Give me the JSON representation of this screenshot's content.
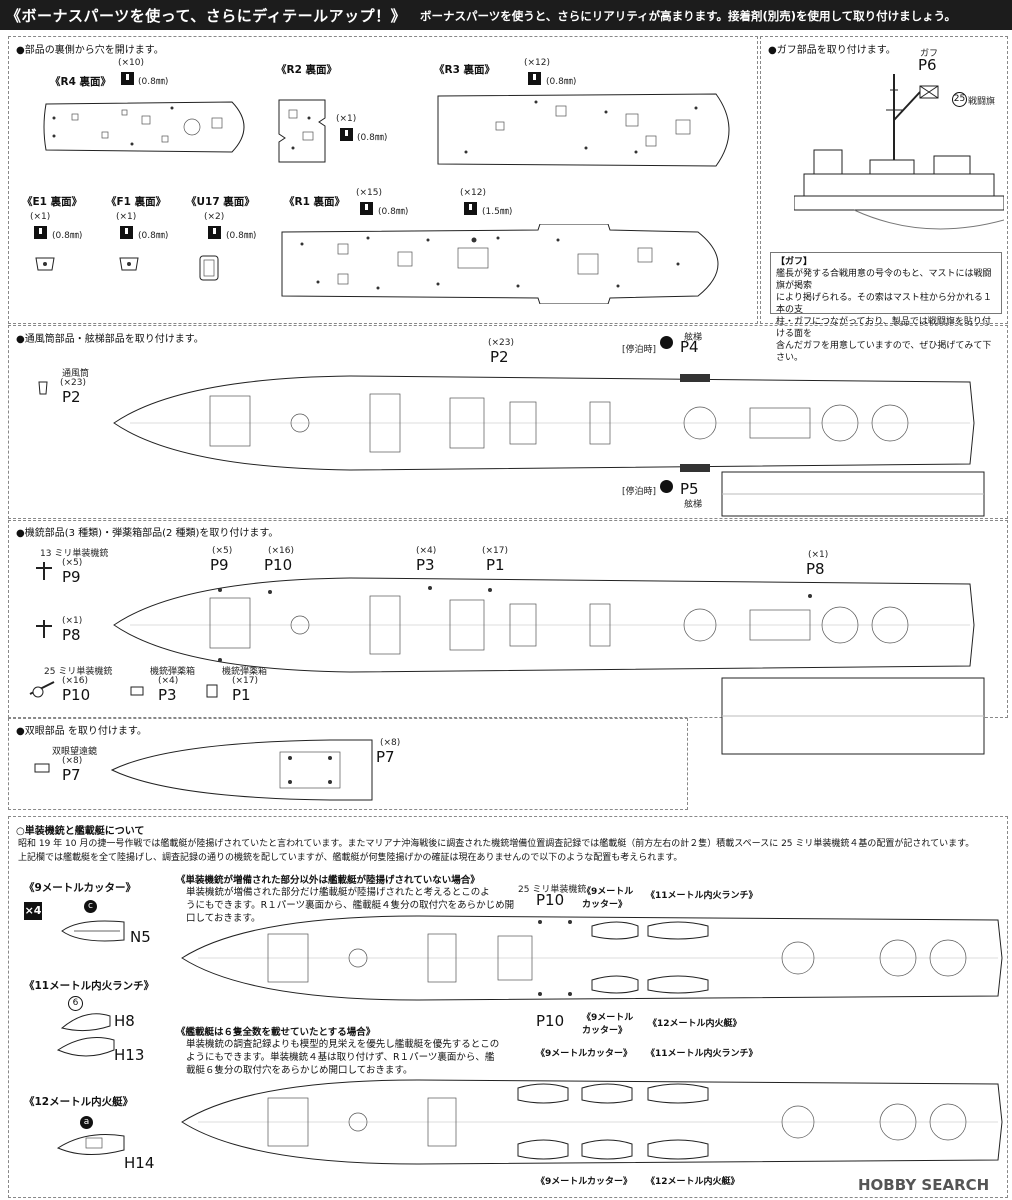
{
  "header": {
    "title": "《ボーナスパーツを使って、さらにディテールアップ！》",
    "subtitle": "ボーナスパーツを使うと、さらにリアリティが高まります。接着剤(別売)を使用して取り付けましょう。"
  },
  "section1": {
    "title": "●部品の裏側から穴を開けます。",
    "r4": {
      "label": "《R4 裏面》",
      "count": "(×10)",
      "size": "(0.8㎜)"
    },
    "r2": {
      "label": "《R2 裏面》",
      "count": "(×1)",
      "size": "(0.8㎜)"
    },
    "r3": {
      "label": "《R3 裏面》",
      "count": "(×12)",
      "size": "(0.8㎜)"
    },
    "e1": {
      "label": "《E1 裏面》",
      "count": "(×1)",
      "size": "(0.8㎜)"
    },
    "f1": {
      "label": "《F1 裏面》",
      "count": "(×1)",
      "size": "(0.8㎜)"
    },
    "u17": {
      "label": "《U17 裏面》",
      "count": "(×2)",
      "size": "(0.8㎜)"
    },
    "r1": {
      "label": "《R1 裏面》",
      "count_a": "(×15)",
      "size_a": "(0.8㎜)",
      "count_b": "(×12)",
      "size_b": "(1.5㎜)"
    }
  },
  "gaff": {
    "title": "●ガフ部品を取り付けます。",
    "name": "ガフ",
    "part": "P6",
    "flag_num": "25",
    "flag_label": "戦闘旗",
    "note_title": "【ガフ】",
    "note_lines": [
      "艦長が発する合戦用意の号令のもと、マストには戦闘旗が掲索",
      "により掲げられる。その索はマスト柱から分かれる１本の支",
      "柱・ガフにつながっており、製品では戦闘旗を貼り付ける面を",
      "含んだガフを用意していますので、ぜひ掲げてみて下さい。"
    ]
  },
  "section2": {
    "title": "●通風筒部品・舷梯部品を取り付けます。",
    "vent_name": "通風筒",
    "vent_count": "(×23)",
    "vent_part": "P2",
    "top_count": "(×23)",
    "top_part": "P2",
    "p4_mode": "[停泊時]",
    "p4_name": "舷梯",
    "p4_part": "P4",
    "p5_mode": "[停泊時]",
    "p5_name": "舷梯",
    "p5_part": "P5"
  },
  "section3": {
    "title": "●機銃部品(3 種類)・弾薬箱部品(2 種類)を取り付けます。",
    "left": [
      {
        "name": "13 ミリ単装機銃",
        "count": "(×5)",
        "part": "P9"
      },
      {
        "name": "",
        "count": "(×1)",
        "part": "P8"
      }
    ],
    "bottom": [
      {
        "name": "25 ミリ単装機銃",
        "count": "(×16)",
        "part": "P10"
      },
      {
        "name": "機銃弾薬箱",
        "count": "(×4)",
        "part": "P3"
      },
      {
        "name": "機銃弾薬箱",
        "count": "(×17)",
        "part": "P1"
      }
    ],
    "top": [
      {
        "count": "(×5)",
        "part": "P9"
      },
      {
        "count": "(×16)",
        "part": "P10"
      },
      {
        "count": "(×4)",
        "part": "P3"
      },
      {
        "count": "(×17)",
        "part": "P1"
      },
      {
        "count": "(×1)",
        "part": "P8"
      }
    ]
  },
  "section4": {
    "title": "●双眼部品 を取り付けます。",
    "name": "双眼望遠鏡",
    "count": "(×8)",
    "part": "P7",
    "top_count": "(×8)",
    "top_part": "P7"
  },
  "section5": {
    "title": "○単装機銃と艦載艇について",
    "para": [
      "昭和 19 年 10 月の捷一号作戦では艦載艇が陸揚げされていたと言われています。またマリアナ沖海戦後に調査された機銃増備位置調査記録では艦載艇（前方左右の計２隻）積載スペースに 25 ミリ単装機銃４基の配置が記されています。",
      "上記欄では艦載艇を全て陸揚げし、調査記録の通りの機銃を配していますが、艦載艇が何隻陸揚げかの確証は現在ありませんので以下のような配置も考えられます。"
    ],
    "boats": {
      "cutter_label": "《9メートルカッター》",
      "cutter_qty": "×4",
      "cutter_mark": "c",
      "cutter_part": "N5",
      "launch_label": "《11メートル内火ランチ》",
      "launch_mark": "6",
      "launch_part_a": "H8",
      "launch_part_b": "H13",
      "boat12_label": "《12メートル内火艇》",
      "boat12_mark": "a",
      "boat12_part": "H14"
    },
    "case1": {
      "title": "《単装機銃が増備された部分以外は艦載艇が陸揚げされていない場合》",
      "lines": [
        "単装機銃が増備された部分だけ艦載艇が陸揚げされたと考えるとこのよ",
        "うにもできます。R１パーツ裏面から、艦載艇４隻分の取付穴をあらかじめ開",
        "口しておきます。"
      ],
      "gun_name": "25 ミリ単装機銃",
      "gun_part_top": "P10",
      "gun_part_bottom": "P10",
      "cutter_top": "《9メートル カッター》",
      "launch_top": "《11メートル内火ランチ》",
      "cutter_bottom": "《9メートル カッター》",
      "boat12_bottom": "《12メートル内火艇》"
    },
    "case2": {
      "title": "《艦載艇は６隻全数を載せていたとする場合》",
      "lines": [
        "単装機銃の調査記録よりも模型的見栄えを優先し艦載艇を優先するとこの",
        "ようにもできます。単装機銃４基は取り付けず、R１パーツ裏面から、艦",
        "載艇６隻分の取付穴をあらかじめ開口しておきます。"
      ],
      "cutter_top": "《9メートルカッター》",
      "launch_top": "《11メートル内火ランチ》",
      "cutter_bottom": "《9メートルカッター》",
      "boat12_bottom": "《12メートル内火艇》"
    }
  },
  "watermark": "HOBBY SEARCH"
}
